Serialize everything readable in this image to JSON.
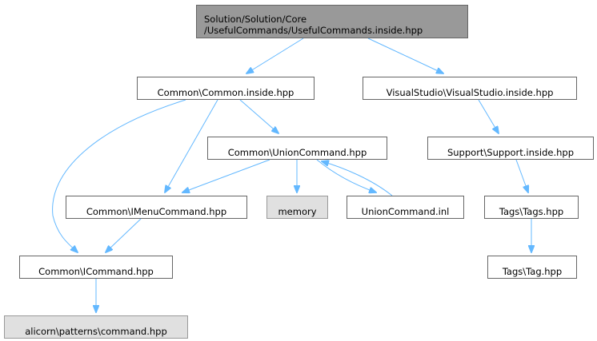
{
  "nodes": [
    {
      "id": "root",
      "lines": [
        "Solution/Solution/Core",
        "/UsefulCommands/UsefulCommands.inside.hpp"
      ],
      "kind": "root"
    },
    {
      "id": "common_inside",
      "lines": [
        "Common\\Common.inside.hpp"
      ],
      "kind": "normal"
    },
    {
      "id": "vs_inside",
      "lines": [
        "VisualStudio\\VisualStudio.inside.hpp"
      ],
      "kind": "normal"
    },
    {
      "id": "union_cmd",
      "lines": [
        "Common\\UnionCommand.hpp"
      ],
      "kind": "normal"
    },
    {
      "id": "support_inside",
      "lines": [
        "Support\\Support.inside.hpp"
      ],
      "kind": "normal"
    },
    {
      "id": "imenu_cmd",
      "lines": [
        "Common\\IMenuCommand.hpp"
      ],
      "kind": "normal"
    },
    {
      "id": "memory",
      "lines": [
        "memory"
      ],
      "kind": "external"
    },
    {
      "id": "union_inl",
      "lines": [
        "UnionCommand.inl"
      ],
      "kind": "normal"
    },
    {
      "id": "tags_hpp",
      "lines": [
        "Tags\\Tags.hpp"
      ],
      "kind": "normal"
    },
    {
      "id": "icommand",
      "lines": [
        "Common\\ICommand.hpp"
      ],
      "kind": "normal"
    },
    {
      "id": "tag_hpp",
      "lines": [
        "Tags\\Tag.hpp"
      ],
      "kind": "normal"
    },
    {
      "id": "alicorn_cmd",
      "lines": [
        "alicorn\\patterns\\command.hpp"
      ],
      "kind": "external"
    }
  ],
  "edge_color": "#63b8ff"
}
